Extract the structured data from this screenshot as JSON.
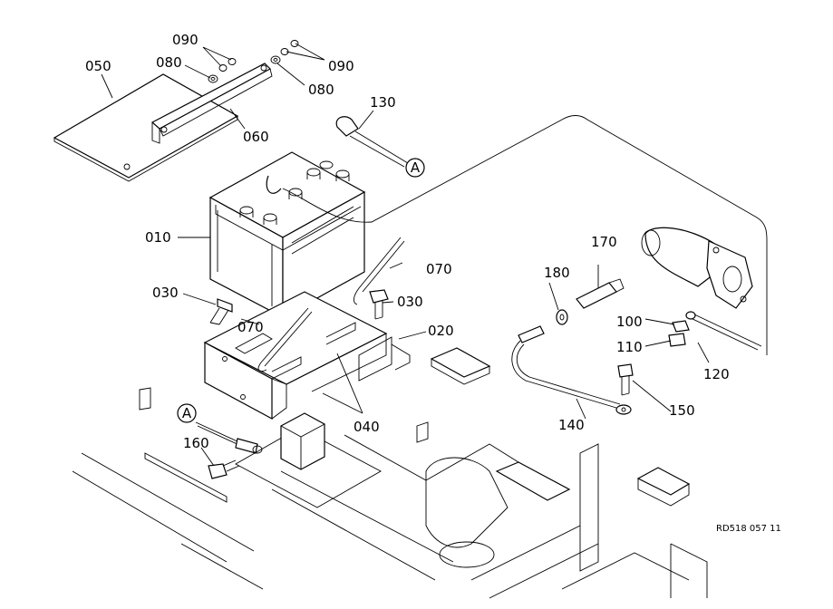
{
  "diagram": {
    "labels": {
      "p010": "010",
      "p020": "020",
      "p030a": "030",
      "p030b": "030",
      "p040": "040",
      "p050": "050",
      "p060": "060",
      "p070a": "070",
      "p070b": "070",
      "p080a": "080",
      "p080b": "080",
      "p090a": "090",
      "p090b": "090",
      "p100": "100",
      "p110": "110",
      "p120": "120",
      "p130": "130",
      "p140": "140",
      "p150": "150",
      "p160": "160",
      "p170": "170",
      "p180": "180",
      "callout_a1": "A",
      "callout_a2": "A"
    },
    "drawing_code": "RD518 057 11"
  }
}
